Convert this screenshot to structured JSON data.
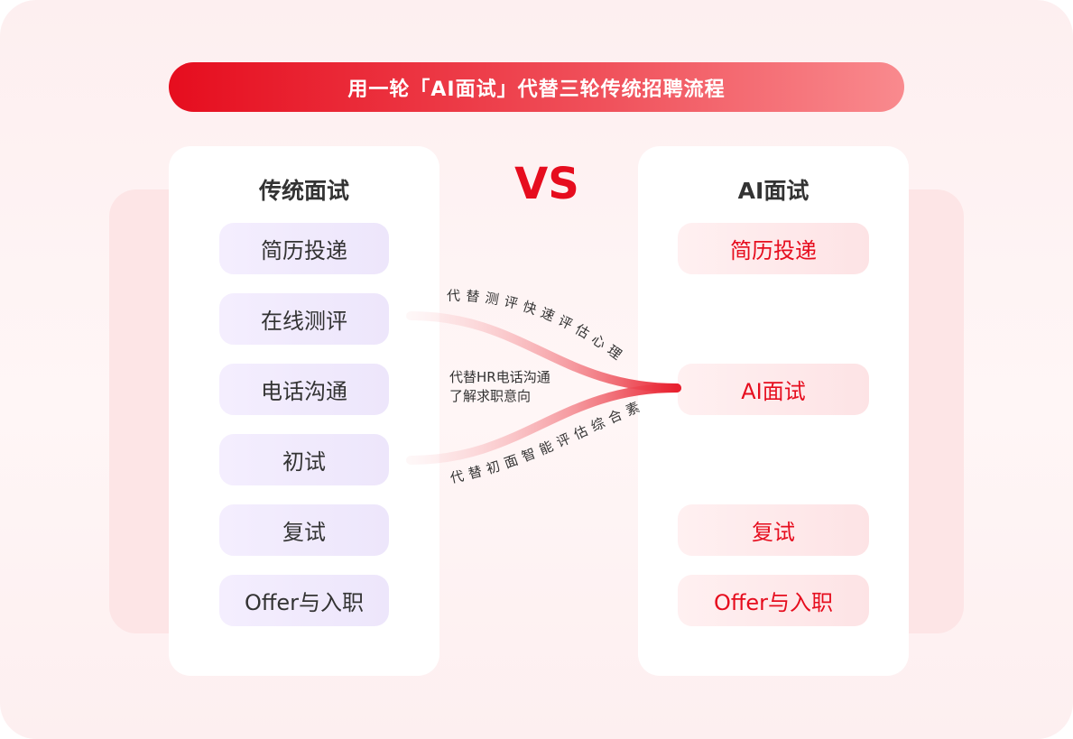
{
  "banner": {
    "title": "用一轮「AI面试」代替三轮传统招聘流程"
  },
  "left_panel": {
    "title": "传统面试",
    "steps": [
      "简历投递",
      "在线测评",
      "电话沟通",
      "初试",
      "复试",
      "Offer与入职"
    ]
  },
  "vs_label": "VS",
  "right_panel": {
    "title": "AI面试",
    "steps": [
      "简历投递",
      "AI面试",
      "复试",
      "Offer与入职"
    ]
  },
  "flows": {
    "top": "代替测评快速评估心理",
    "middle_line1": "代替HR电话沟通",
    "middle_line2": "了解求职意向",
    "bottom": "代替初面智能评估综合素"
  },
  "colors": {
    "accent": "#e60d1e",
    "left_chip": "#f0e9fc",
    "right_chip": "#fdebec"
  }
}
